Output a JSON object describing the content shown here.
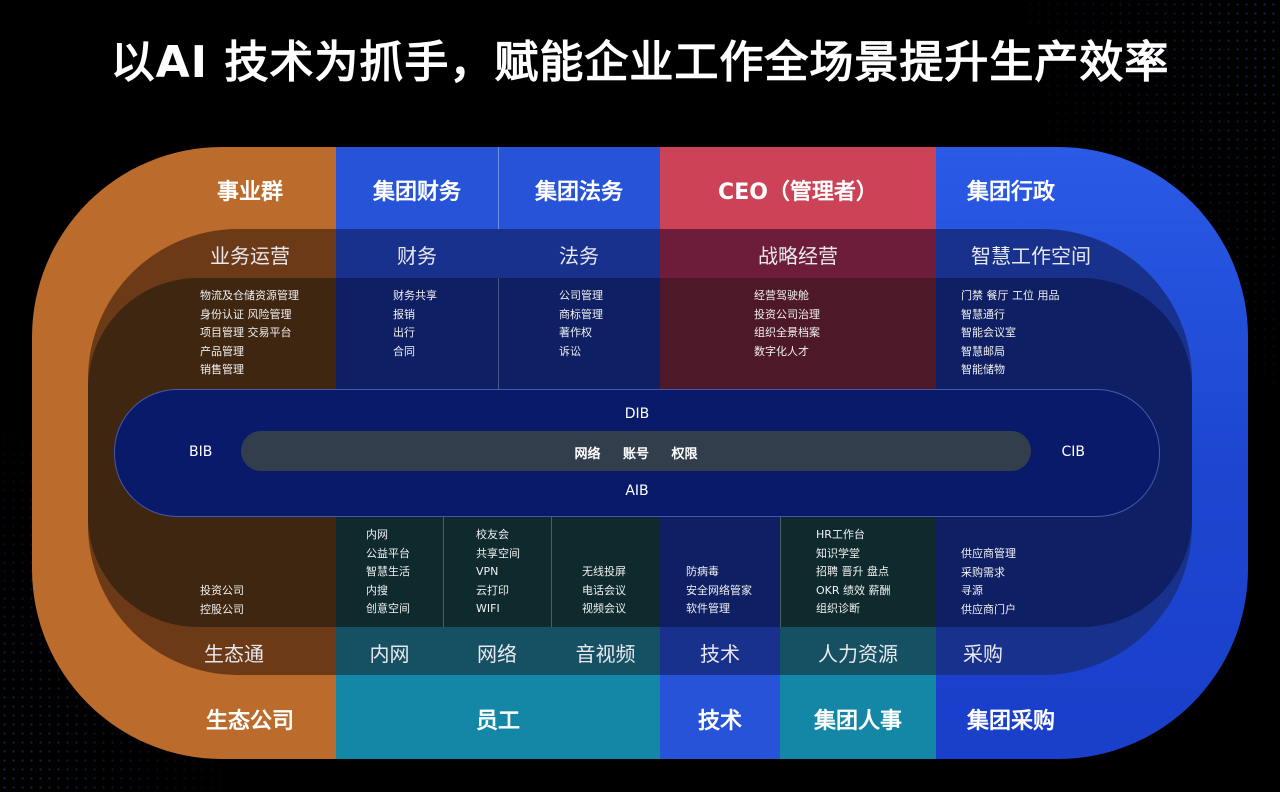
{
  "title": "以AI 技术为抓手，赋能企业工作全场景提升生产效率",
  "top_groups": [
    "事业群",
    "集团财务",
    "集团法务",
    "CEO（管理者）",
    "集团行政"
  ],
  "top_subs": [
    "业务运营",
    "财务",
    "法务",
    "战略经营",
    "智慧工作空间"
  ],
  "top_lists": {
    "ops": [
      "物流及仓储资源管理",
      "身份认证 风险管理",
      "项目管理 交易平台",
      "产品管理",
      "销售管理"
    ],
    "finance": [
      "财务共享",
      "报销",
      "出行",
      "合同"
    ],
    "legal": [
      "公司管理",
      "商标管理",
      "著作权",
      "诉讼"
    ],
    "strategy": [
      "经营驾驶舱",
      "投资公司治理",
      "组织全景档案",
      "数字化人才"
    ],
    "workspace": [
      "门禁 餐厅 工位 用品",
      "智慧通行",
      "智能会议室",
      "智慧邮局",
      "智能储物"
    ]
  },
  "core": {
    "top": "DIB",
    "bottom": "AIB",
    "left": "BIB",
    "right": "CIB",
    "bar": [
      "网络",
      "账号",
      "权限"
    ]
  },
  "bottom_lists": {
    "eco": [
      "投资公司",
      "控股公司"
    ],
    "intranet": [
      "内网",
      "公益平台",
      "智慧生活",
      "内搜",
      "创意空间"
    ],
    "network": [
      "校友会",
      "共享空间",
      "VPN",
      "云打印",
      "WIFI"
    ],
    "av": [
      "无线投屏",
      "电话会议",
      "视频会议"
    ],
    "tech": [
      "防病毒",
      "安全网络管家",
      "软件管理"
    ],
    "hr": [
      "HR工作台",
      "知识学堂",
      "招聘 晋升 盘点",
      "OKR 绩效 薪酬",
      "组织诊断"
    ],
    "purchase": [
      "供应商管理",
      "采购需求",
      "寻源",
      "供应商门户"
    ]
  },
  "bottom_subs": [
    "生态通",
    "内网",
    "网络",
    "音视频",
    "技术",
    "人力资源",
    "采购"
  ],
  "bottom_groups": [
    "生态公司",
    "员工",
    "技术",
    "集团人事",
    "集团采购"
  ],
  "colors": {
    "orange": "#bb6b2c",
    "blue": "#2653d8",
    "red": "#cc4257",
    "teal": "#1487a6",
    "core": "#0a1a6b"
  }
}
